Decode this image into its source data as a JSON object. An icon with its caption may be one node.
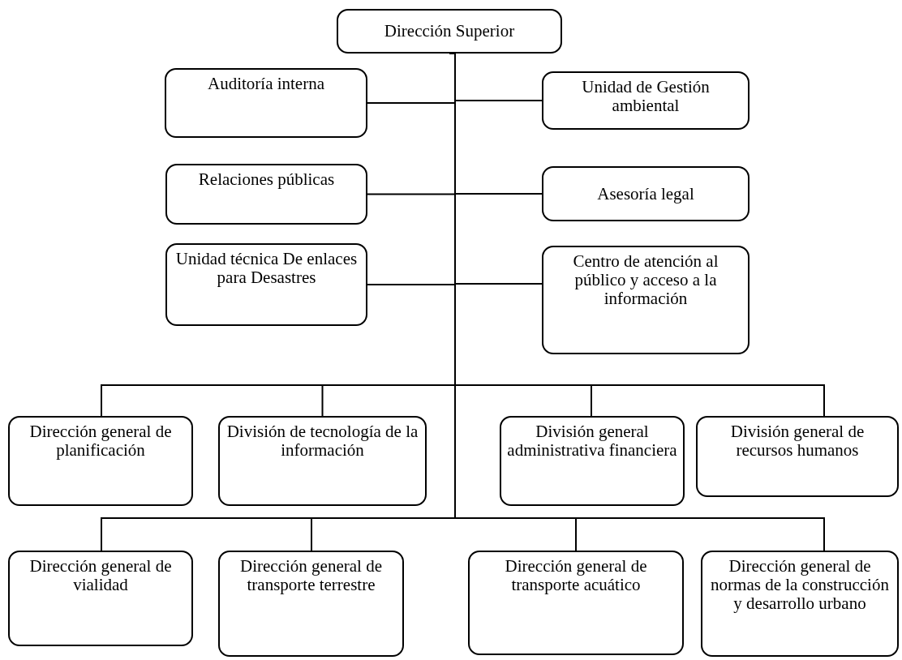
{
  "diagram": {
    "nodes": [
      {
        "text": [
          "Dirección Superior"
        ]
      },
      {
        "text": [
          "Auditoría interna"
        ]
      },
      {
        "text": [
          "Unidad de Gestión ambiental"
        ]
      },
      {
        "text": [
          "Relaciones públicas"
        ]
      },
      {
        "text": [
          "Asesoría legal"
        ]
      },
      {
        "text": [
          "Unidad técnica De enlaces para Desastres"
        ]
      },
      {
        "text": [
          "Centro de atención al público y acceso a la información"
        ]
      },
      {
        "text": [
          "Dirección general de planificación"
        ]
      },
      {
        "text": [
          "División de tecnología de la información"
        ]
      },
      {
        "text": [
          "División general administrativa financiera"
        ]
      },
      {
        "text": [
          "División general de recursos humanos"
        ]
      },
      {
        "text": [
          "Dirección general de vialidad"
        ]
      },
      {
        "text": [
          "Dirección general de transporte terrestre"
        ]
      },
      {
        "text": [
          "Dirección general de transporte acuático"
        ]
      },
      {
        "text": [
          "Dirección general de normas de la construcción y desarrollo urbano"
        ]
      }
    ],
    "edges": [
      {
        "from": 0,
        "to": 1,
        "arrow": "none"
      },
      {
        "from": 0,
        "to": 2,
        "arrow": "none"
      },
      {
        "from": 0,
        "to": 3,
        "arrow": "none"
      },
      {
        "from": 0,
        "to": 4,
        "arrow": "none"
      },
      {
        "from": 0,
        "to": 5,
        "arrow": "none"
      },
      {
        "from": 0,
        "to": 6,
        "arrow": "none"
      },
      {
        "from": 0,
        "to": 7,
        "arrow": "none"
      },
      {
        "from": 0,
        "to": 8,
        "arrow": "none"
      },
      {
        "from": 0,
        "to": 9,
        "arrow": "none"
      },
      {
        "from": 0,
        "to": 10,
        "arrow": "none"
      },
      {
        "from": 0,
        "to": 11,
        "arrow": "none"
      },
      {
        "from": 0,
        "to": 12,
        "arrow": "none"
      },
      {
        "from": 0,
        "to": 13,
        "arrow": "none"
      },
      {
        "from": 0,
        "to": 14,
        "arrow": "none"
      }
    ]
  }
}
